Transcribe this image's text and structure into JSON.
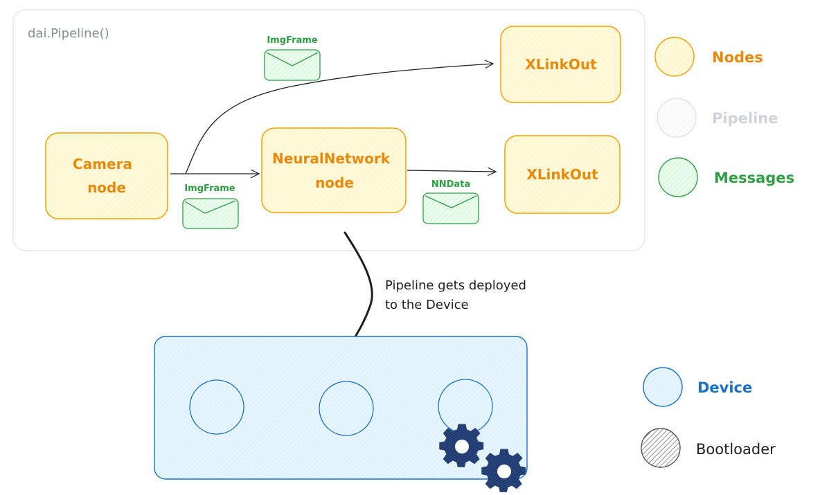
{
  "pipeline": {
    "title": "dai.Pipeline()",
    "nodes": [
      {
        "id": "camera",
        "lines": [
          "Camera",
          "node"
        ]
      },
      {
        "id": "nn",
        "lines": [
          "NeuralNetwork",
          "node"
        ]
      },
      {
        "id": "xlink1",
        "lines": [
          "XLinkOut"
        ]
      },
      {
        "id": "xlink2",
        "lines": [
          "XLinkOut"
        ]
      }
    ],
    "messages": [
      {
        "id": "msg-top",
        "label": "ImgFrame"
      },
      {
        "id": "msg-cam-nn",
        "label": "ImgFrame"
      },
      {
        "id": "msg-nn-out",
        "label": "NNData"
      }
    ]
  },
  "deploy_caption": [
    "Pipeline gets deployed",
    "to the Device"
  ],
  "legend": {
    "nodes": {
      "label": "Nodes",
      "color": "#e8890c"
    },
    "pipeline": {
      "label": "Pipeline",
      "color": "#ced4da"
    },
    "messages": {
      "label": "Messages",
      "color": "#2f9e44"
    },
    "device": {
      "label": "Device",
      "color": "#1971c2"
    },
    "bootloader": {
      "label": "Bootloader",
      "color": "#1e1e1e"
    }
  },
  "colors": {
    "node_stroke": "#f59f00",
    "node_fill": "#fff9db",
    "msg_stroke": "#2f9e44",
    "msg_fill": "#ebfbee",
    "device_stroke": "#1971c2",
    "device_fill": "#e7f5ff",
    "gear_fill": "#1e3a6e",
    "pipeline_stroke": "#dee2e6"
  }
}
